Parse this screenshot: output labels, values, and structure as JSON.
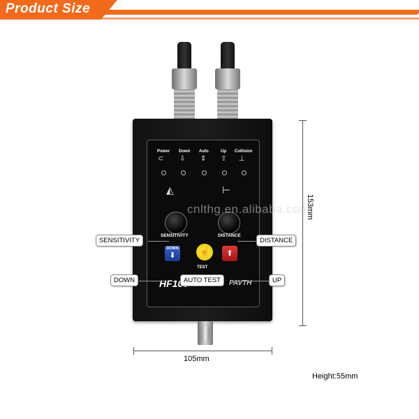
{
  "banner": {
    "title": "Product Size",
    "color": "#f26a1b"
  },
  "device": {
    "indicators": [
      {
        "label": "Power",
        "symbol": "plug-icon"
      },
      {
        "label": "Down",
        "symbol": "down-torch-icon"
      },
      {
        "label": "Auto",
        "symbol": "auto-torch-icon"
      },
      {
        "label": "Up",
        "symbol": "up-torch-icon"
      },
      {
        "label": "Collision",
        "symbol": "collision-torch-icon"
      }
    ],
    "knobs": {
      "sensitivity_label": "SENSITIVITY",
      "distance_label": "DISTANCE"
    },
    "buttons": {
      "down_label": "DOWN",
      "down_arrow": "⬇",
      "test_label": "TEST",
      "test_symbol": "☝",
      "up_arrow": "⬆"
    },
    "model": "HF100",
    "brand": "PAVTH"
  },
  "callouts": {
    "sensitivity": "SENSITIVITY",
    "distance": "DISTANCE",
    "down": "DOWN",
    "auto_test": "AUTO TEST",
    "up": "UP"
  },
  "dimensions": {
    "height": "153mm",
    "width": "105mm",
    "depth_note": "Height:55mm"
  },
  "watermark": "cnlthg.en.alibaba.com"
}
